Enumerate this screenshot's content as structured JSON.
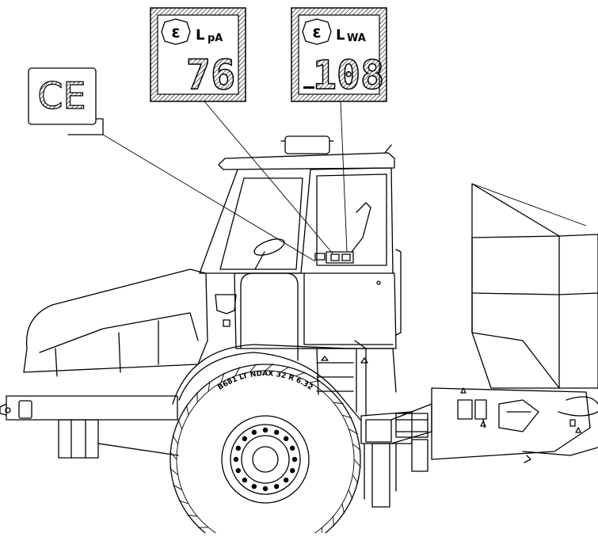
{
  "labels": {
    "ce": {
      "text": "CE"
    },
    "lpa": {
      "symbol": "ε",
      "quantity_main": "L",
      "quantity_sub": "pA",
      "value": "76"
    },
    "lwa": {
      "symbol": "ε",
      "quantity_main": "L",
      "quantity_sub": "WA",
      "value": "108"
    }
  },
  "tire": {
    "marking": "B681 LT NDAX 32 R 6.32"
  },
  "colors": {
    "ink": "#000000",
    "paper": "#ffffff"
  }
}
